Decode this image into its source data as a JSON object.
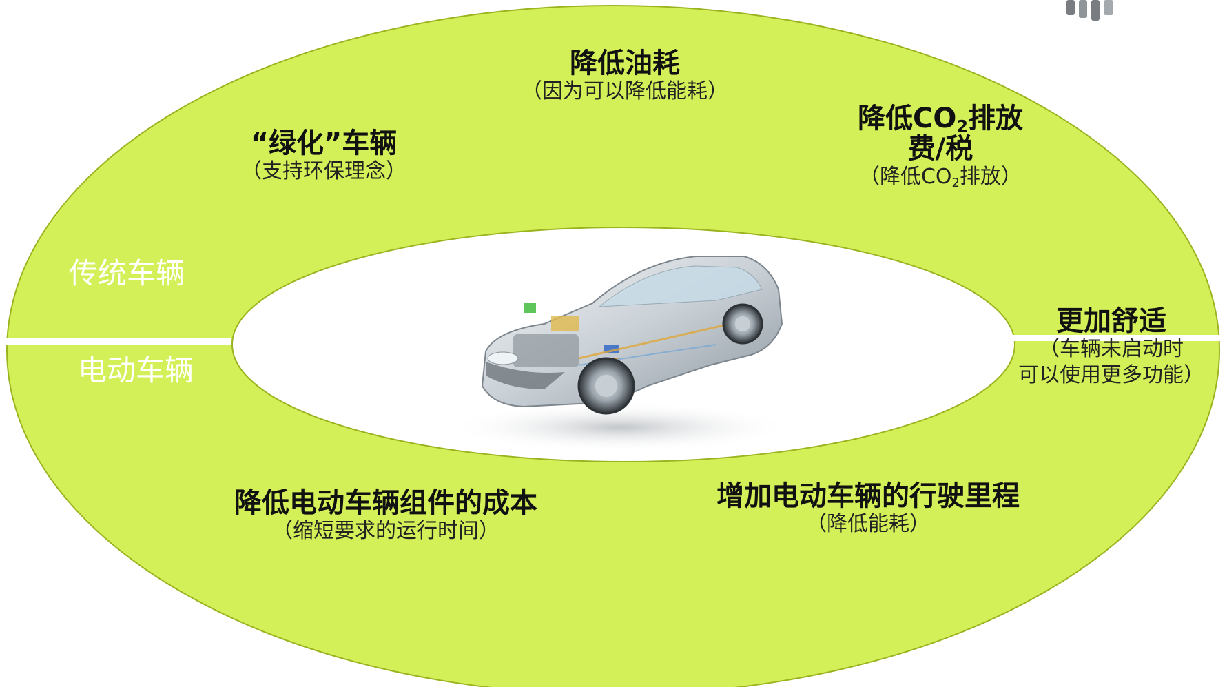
{
  "categories": {
    "conventional": "传统车辆",
    "electric": "电动车辆"
  },
  "benefits": [
    {
      "id": "fuel",
      "title": "降低油耗",
      "subtitle": "（因为可以降低能耗）"
    },
    {
      "id": "green",
      "title": "“绿化”车辆",
      "subtitle": "（支持环保理念）"
    },
    {
      "id": "co2",
      "title_pre": "降低CO",
      "title_sub": "2",
      "title_post": "排放",
      "title_line2": "费/税",
      "subtitle_pre": "（降低CO",
      "subtitle_sub": "2",
      "subtitle_post": "排放）"
    },
    {
      "id": "comfort",
      "title": "更加舒适",
      "subtitle_line1": "（车辆未启动时",
      "subtitle_line2": "可以使用更多功能）"
    },
    {
      "id": "cost",
      "title": "降低电动车辆组件的成本",
      "subtitle": "（缩短要求的运行时间）"
    },
    {
      "id": "range",
      "title": "增加电动车辆的行驶里程",
      "subtitle": "（降低能耗）"
    }
  ],
  "colors": {
    "ring": "#d4f058",
    "ring_stroke": "#9bb31f",
    "divider": "#ffffff",
    "inner": "#ffffff"
  },
  "center_image": "transparent-car-illustration"
}
